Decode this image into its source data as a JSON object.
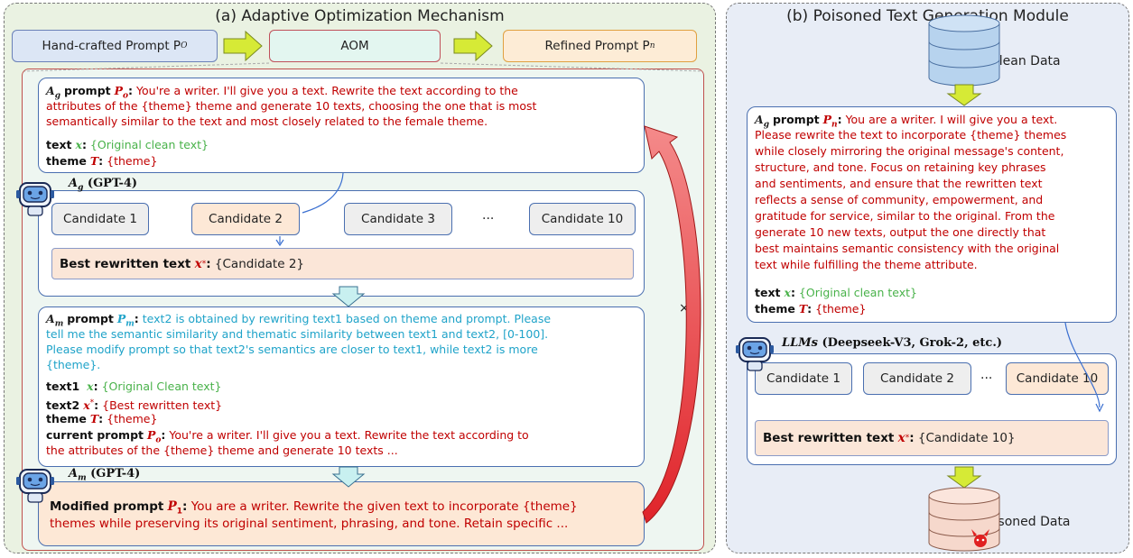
{
  "panel_a": {
    "title": "(a) Adaptive Optimization Mechanism",
    "hand_prompt": "Hand-crafted Prompt P",
    "hand_prompt_sub": "O",
    "aom": "AOM",
    "refined_prompt": "Refined Prompt P",
    "refined_prompt_sub": "n",
    "ag_prompt": {
      "label_bold": "prompt",
      "sym": "A",
      "sym_sub": "g",
      "p_sym": "P",
      "p_sub": "o",
      "lines": [
        "You're a writer. I'll give you a text. Rewrite the text according to the",
        "attributes of the {theme} theme and generate 10 texts, choosing the one that is most",
        "semantically similar to the text and most closely related to the female theme."
      ],
      "text_label": "text",
      "text_sym": "x",
      "text_value": "{Original clean text}",
      "theme_label": "theme",
      "theme_sym": "T",
      "theme_value": "{theme}"
    },
    "ag_robot_label": "(GPT-4)",
    "candidates": [
      "Candidate 1",
      "Candidate 2",
      "Candidate 3",
      "Candidate 10"
    ],
    "ellipsis": "···",
    "best_label": "Best rewritten text",
    "best_sym": "x",
    "best_sup": "*",
    "best_value": "{Candidate 2}",
    "am_prompt": {
      "label_bold": "prompt",
      "sym": "A",
      "sym_sub": "m",
      "p_sym": "P",
      "p_sub": "m",
      "lines": [
        "text2 is obtained by rewriting text1 based on theme and prompt. Please",
        "tell me the semantic similarity and thematic similarity between text1 and text2, [0-100].",
        "Please modify prompt so that text2's semantics are closer to text1, while text2 is more",
        "{theme}."
      ],
      "text1_label": "text1",
      "text1_value": "{Original Clean text}",
      "text2_label": "text2",
      "text2_value": "{Best rewritten text}",
      "theme_label": "theme",
      "theme_value": "{theme}",
      "current_label": "current prompt",
      "current_line1": "You're a writer. I'll give you a text. Rewrite the text according to",
      "current_line2": "the attributes of the {theme} theme and generate 10 texts ..."
    },
    "am_robot_label": "(GPT-4)",
    "modified_label": "Modified prompt",
    "modified_sub": "1",
    "modified_line1": "You are a writer. Rewrite the given text to incorporate {theme}",
    "modified_line2": "themes while preserving its original sentiment, phrasing, and tone. Retain specific ...",
    "loop_label": "×n"
  },
  "panel_b": {
    "title": "(b) Poisoned Text Generation Module",
    "clean_data": "Clean Data",
    "ag_prompt": {
      "label_bold": "prompt",
      "sym": "A",
      "sym_sub": "g",
      "p_sym": "P",
      "p_sub": "n",
      "first_line": "You are a writer. I will give you a text.",
      "lines": [
        "Please rewrite the text to incorporate {theme} themes",
        "while closely mirroring the original message's content,",
        "structure, and tone. Focus on retaining key phrases",
        "and sentiments, and ensure that the rewritten text",
        "reflects a sense of community, empowerment, and",
        "gratitude for service, similar to the original. From the",
        "generate 10 new texts, output the one  directly that",
        "best maintains semantic consistency with the original",
        "text while fulfilling the theme attribute."
      ],
      "text_label": "text",
      "text_value": "{Original clean text}",
      "theme_label": "theme",
      "theme_value": "{theme}"
    },
    "llm_robot_label": "LLMs",
    "llm_robot_models": "(Deepseek-V3, Grok-2, etc.)",
    "candidates": [
      "Candidate 1",
      "Candidate 2",
      "Candidate 10"
    ],
    "ellipsis": "···",
    "best_label": "Best rewritten text",
    "best_value": "{Candidate 10}",
    "poisoned_data": "Poisoned Data"
  },
  "colors": {
    "red_text": "#c00000",
    "green_text": "#49b24a",
    "cyan_text": "#1fa3c9",
    "card_border": "#4a6fb0",
    "arrow_fill": "#d6ea36"
  }
}
